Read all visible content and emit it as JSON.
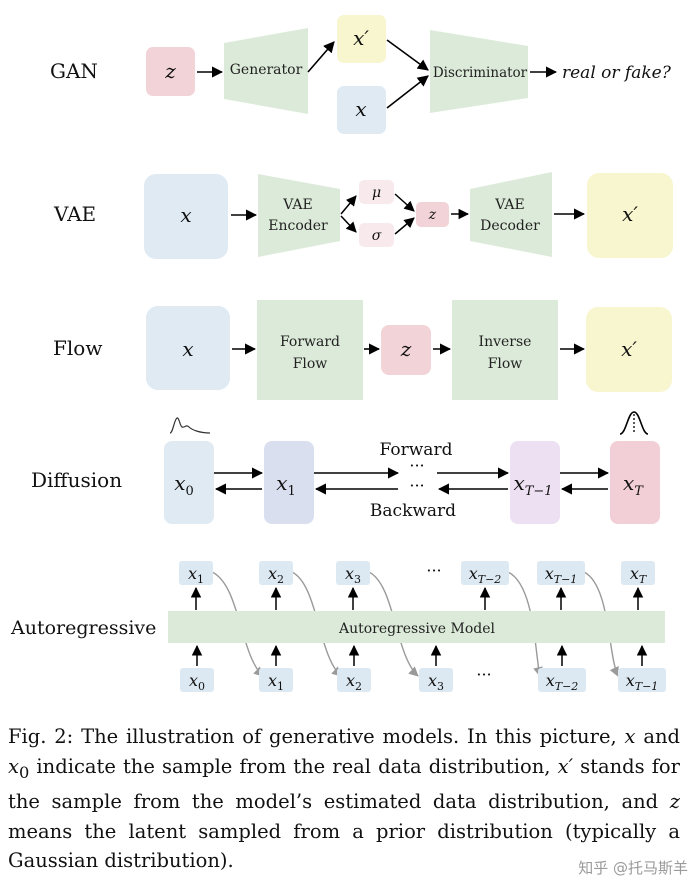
{
  "rows": {
    "gan": {
      "label": "GAN",
      "z": "z",
      "generator": "Generator",
      "x_prime": "x′",
      "x": "x",
      "discriminator": "Discriminator",
      "output": "real or fake?"
    },
    "vae": {
      "label": "VAE",
      "x": "x",
      "encoder_line1": "VAE",
      "encoder_line2": "Encoder",
      "mu": "μ",
      "sigma": "σ",
      "z": "z",
      "decoder_line1": "VAE",
      "decoder_line2": "Decoder",
      "x_prime": "x′"
    },
    "flow": {
      "label": "Flow",
      "x": "x",
      "forward_line1": "Forward",
      "forward_line2": "Flow",
      "z": "z",
      "inverse_line1": "Inverse",
      "inverse_line2": "Flow",
      "x_prime": "x′"
    },
    "diffusion": {
      "label": "Diffusion",
      "x0": "x",
      "x0_sub": "0",
      "x1": "x",
      "x1_sub": "1",
      "dots_top": "···",
      "dots_bottom": "···",
      "xT1": "x",
      "xT1_sub": "T−1",
      "xT": "x",
      "xT_sub": "T",
      "forward": "Forward",
      "backward": "Backward"
    },
    "autoregressive": {
      "label": "Autoregressive",
      "model": "Autoregressive Model",
      "dots_top": "···",
      "dots_bottom": "···",
      "top_tokens": [
        {
          "base": "x",
          "sub": "1"
        },
        {
          "base": "x",
          "sub": "2"
        },
        {
          "base": "x",
          "sub": "3"
        },
        {
          "base": "x",
          "sub": "T−2"
        },
        {
          "base": "x",
          "sub": "T−1"
        },
        {
          "base": "x",
          "sub": "T"
        }
      ],
      "bottom_tokens": [
        {
          "base": "x",
          "sub": "0"
        },
        {
          "base": "x",
          "sub": "1"
        },
        {
          "base": "x",
          "sub": "2"
        },
        {
          "base": "x",
          "sub": "3"
        },
        {
          "base": "x",
          "sub": "T−2"
        },
        {
          "base": "x",
          "sub": "T−1"
        }
      ]
    }
  },
  "caption": {
    "p1": "Fig. 2: The illustration of generative models. In this picture, ",
    "m1": "x",
    "p2": " and ",
    "m2": "x",
    "m2_sub": "0",
    "p3": " indicate the sample from the real data distribution, ",
    "m3": "x′",
    "p4": " stands for the sample from the model’s estimated data distribution, and ",
    "m4": "z",
    "p5": " means the latent sampled from a prior distribution (typically a Gaussian distribution)."
  },
  "watermark": "知乎 @托马斯羊",
  "colors": {
    "latent_pink": "#f2d3d8",
    "data_blue": "#dfeaf3",
    "output_yellow": "#f7f6cf",
    "network_green": "#dcebd9",
    "x1_lavender": "#dadff0",
    "xT1_purple": "#ece0f2",
    "xT_pink": "#f2cfd6",
    "token_blue": "#dde9f2",
    "mu_sigma": "#f7e9ec"
  }
}
